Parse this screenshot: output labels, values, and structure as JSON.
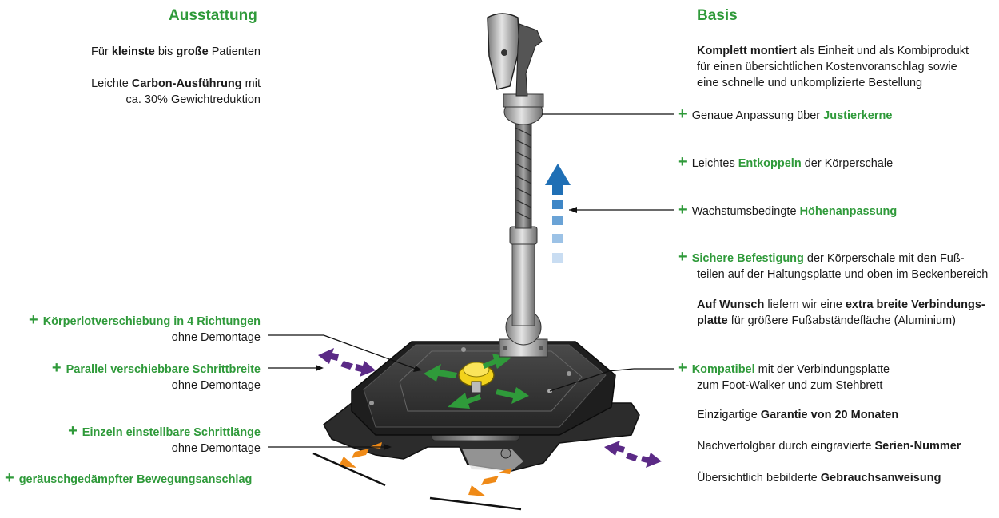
{
  "left": {
    "heading": "Ausstattung",
    "p1": {
      "a": "Für ",
      "b": "kleinste",
      "c": " bis ",
      "d": "große",
      "e": " Patienten"
    },
    "p2": {
      "a": "Leichte ",
      "b": "Carbon-Ausführung",
      "c": " mit",
      "d": "ca. 30% Gewichtreduktion"
    },
    "f1": {
      "title": "Körperlotverschiebung in 4 Richtungen",
      "sub": "ohne Demontage"
    },
    "f2": {
      "title": "Parallel verschiebbare Schrittbreite",
      "sub": "ohne Demontage"
    },
    "f3": {
      "title": "Einzeln einstellbare Schrittlänge",
      "sub": "ohne Demontage"
    },
    "f4": {
      "title": "geräuschgedämpfter Bewegungsanschlag"
    }
  },
  "right": {
    "heading": "Basis",
    "p1": {
      "a": "Komplett montiert",
      "b": " als Einheit und als Kombiprodukt",
      "c": "für einen übersichtlichen Kostenvoranschlag sowie",
      "d": "eine schnelle und unkomplizierte Bestellung"
    },
    "f1": {
      "a": "Genaue Anpassung über ",
      "b": "Justierkerne"
    },
    "f2": {
      "a": "Leichtes ",
      "b": "Entkoppeln",
      "c": " der Körperschale"
    },
    "f3": {
      "a": "Wachstumsbedingte ",
      "b": "Höhenanpassung"
    },
    "f4": {
      "a": "Sichere Befestigung",
      "b": " der Körperschale mit den Fuß-",
      "c": "teilen auf der Haltungsplatte und oben im Beckenbereich"
    },
    "p2": {
      "a": "Auf Wunsch",
      "b": " liefern wir eine ",
      "c": "extra breite Verbindungs-",
      "d": "platte",
      "e": " für größere Fußabständefläche (Aluminium)"
    },
    "f5": {
      "a": "Kompatibel",
      "b": " mit der Verbindungsplatte",
      "c": "zum Foot-Walker und zum Stehbrett"
    },
    "p3": {
      "a": "Einzigartige ",
      "b": "Garantie von 20 Monaten"
    },
    "p4": {
      "a": "Nachverfolgbar durch eingravierte ",
      "b": "Serien-Nummer"
    },
    "p5": {
      "a": "Übersichtlich bebilderte ",
      "b": "Gebrauchsanweisung"
    }
  },
  "plus_symbol": "+",
  "colors": {
    "green": "#2f9a3a",
    "purple": "#5b2a86",
    "orange": "#ef8a17",
    "blue": "#1f6fb5"
  }
}
